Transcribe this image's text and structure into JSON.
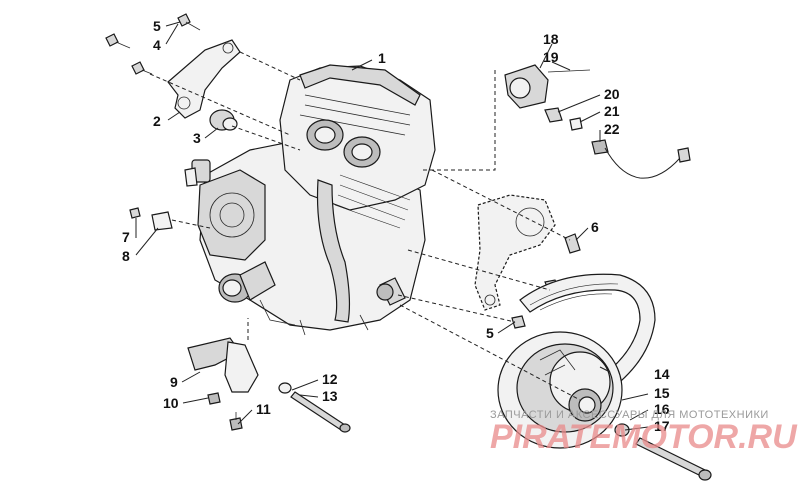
{
  "callouts": [
    {
      "id": "c1",
      "label": "1"
    },
    {
      "id": "c2",
      "label": "2"
    },
    {
      "id": "c3",
      "label": "3"
    },
    {
      "id": "c4",
      "label": "4"
    },
    {
      "id": "c5a",
      "label": "5"
    },
    {
      "id": "c5b",
      "label": "5"
    },
    {
      "id": "c6",
      "label": "6"
    },
    {
      "id": "c7",
      "label": "7"
    },
    {
      "id": "c8",
      "label": "8"
    },
    {
      "id": "c9",
      "label": "9"
    },
    {
      "id": "c10",
      "label": "10"
    },
    {
      "id": "c11",
      "label": "11"
    },
    {
      "id": "c12",
      "label": "12"
    },
    {
      "id": "c13",
      "label": "13"
    },
    {
      "id": "c14",
      "label": "14"
    },
    {
      "id": "c15",
      "label": "15"
    },
    {
      "id": "c16",
      "label": "16"
    },
    {
      "id": "c17",
      "label": "17"
    },
    {
      "id": "c18",
      "label": "18"
    },
    {
      "id": "c19",
      "label": "19"
    },
    {
      "id": "c20",
      "label": "20"
    },
    {
      "id": "c21",
      "label": "21"
    },
    {
      "id": "c22",
      "label": "22"
    }
  ],
  "watermark": {
    "tagline": "ЗАПЧАСТИ И АКСЕССУАРЫ ДЛЯ МОТОТЕХНИКИ",
    "logo": "PIRATEMOTOR.RU"
  }
}
